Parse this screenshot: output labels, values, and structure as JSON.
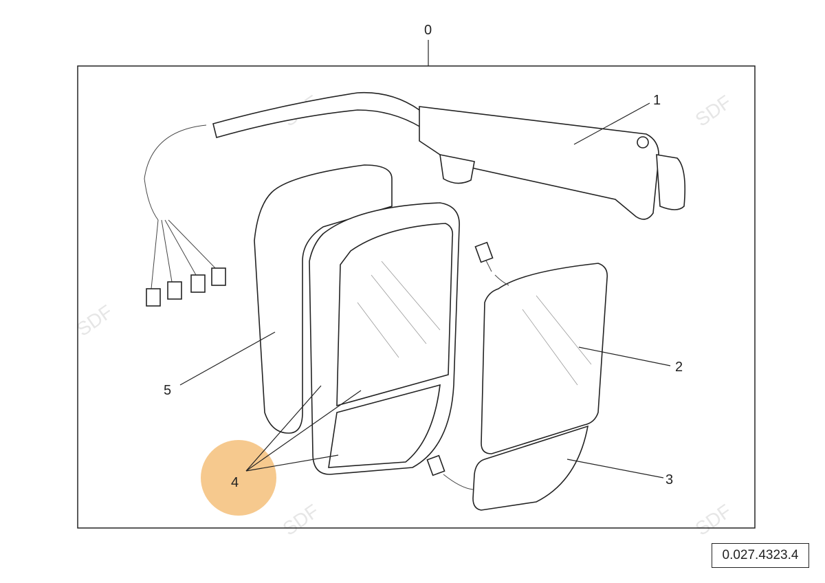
{
  "callouts": {
    "assembly": "0",
    "arm": "1",
    "mirror_glass": "2",
    "wide_angle_mirror": "3",
    "cover": "4",
    "housing": "5"
  },
  "watermark": "SDF",
  "reference_number": "0.027.4323.4",
  "highlight_color": "#f5c07a"
}
